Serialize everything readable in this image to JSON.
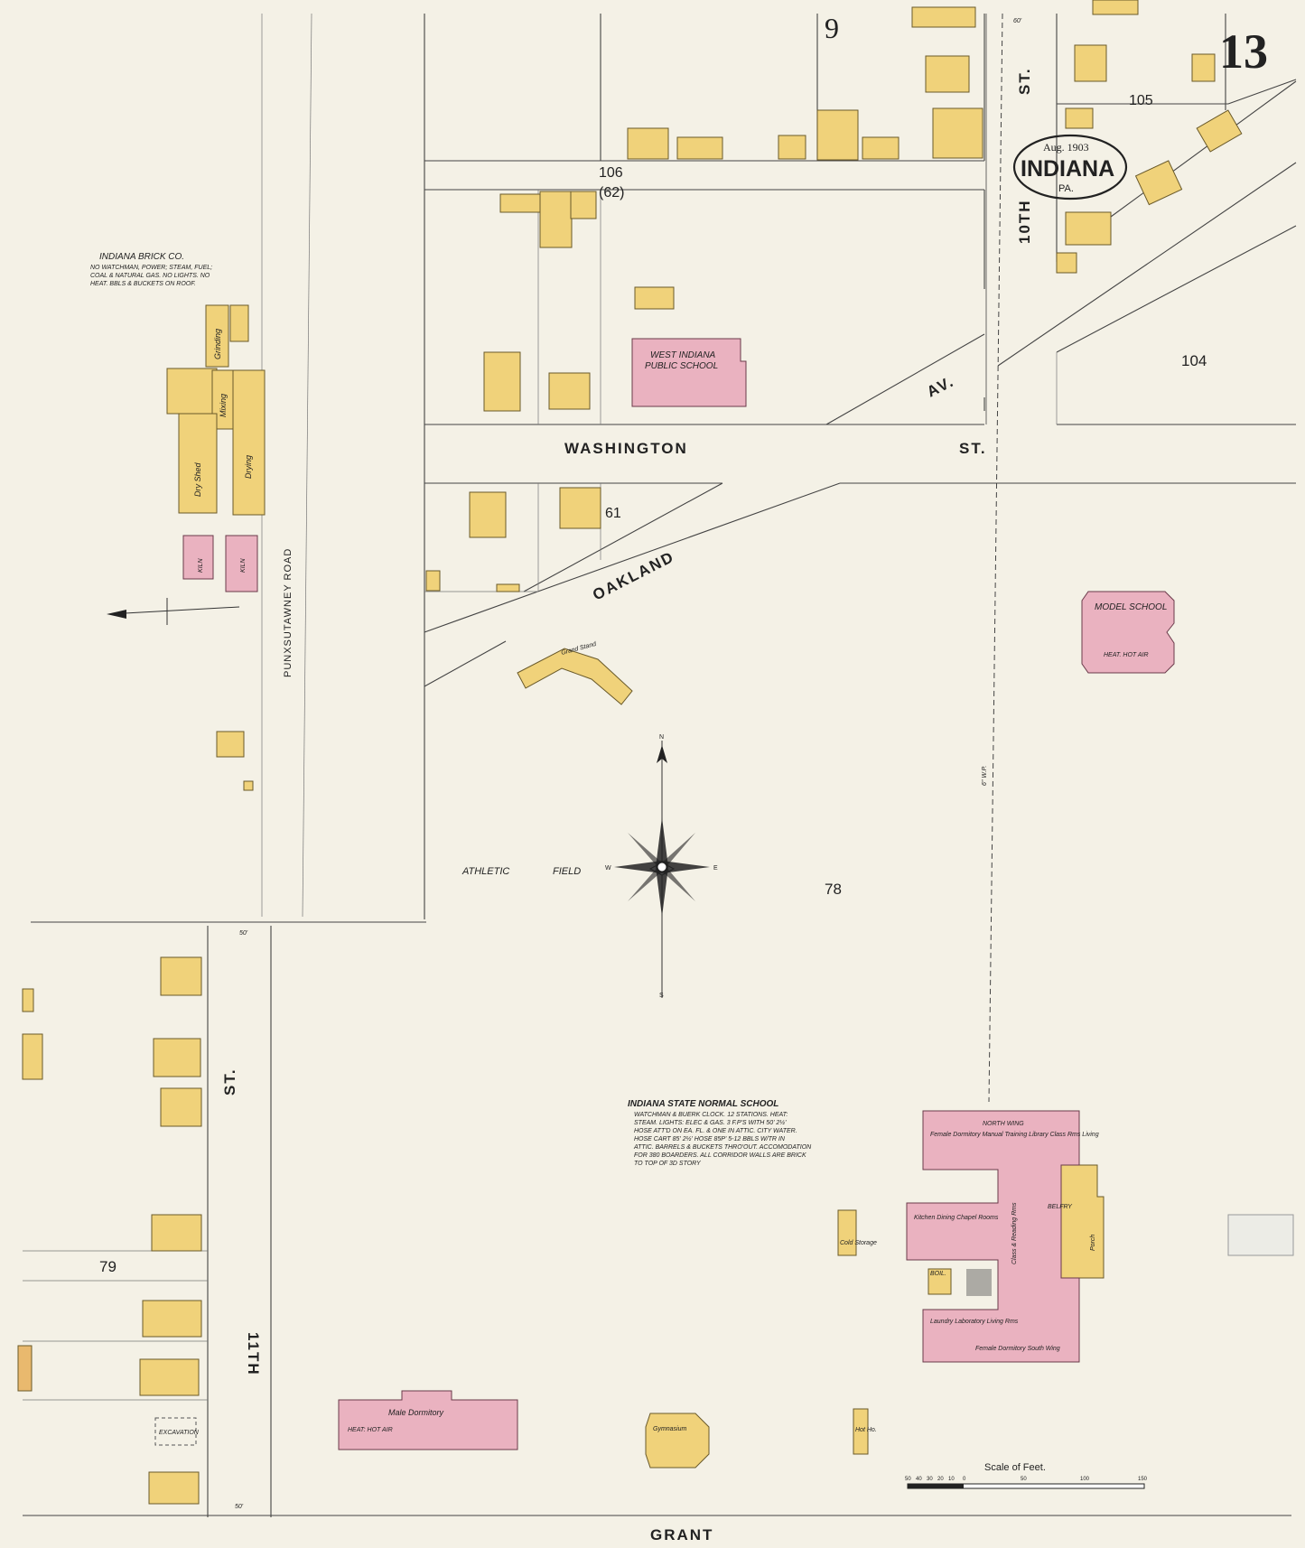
{
  "header": {
    "sheet_number": "13",
    "block_top": "9",
    "stamp_date": "Aug. 1903",
    "stamp_town": "INDIANA",
    "stamp_state": "PA."
  },
  "streets": {
    "washington": "WASHINGTON",
    "st_right": "ST.",
    "oakland": "OAKLAND",
    "av": "AV.",
    "tenth": "10TH",
    "tenth_st": "ST.",
    "eleventh": "11TH",
    "eleventh_st": "ST.",
    "punxsutawney_road": "PUNXSUTAWNEY   ROAD",
    "grant": "GRANT"
  },
  "blocks": {
    "b106": "106",
    "b62": "(62)",
    "b105": "105",
    "b104": "104",
    "b61": "61",
    "b78": "78",
    "b79": "79"
  },
  "labels": {
    "brick_co_title": "INDIANA BRICK CO.",
    "brick_co_note_1": "NO WATCHMAN, POWER; STEAM, FUEL;",
    "brick_co_note_2": "COAL & NATURAL GAS. NO LIGHTS. NO",
    "brick_co_note_3": "HEAT. BBLS & BUCKETS ON ROOF.",
    "grinding": "Grinding",
    "mixing": "Mixing",
    "dry_shed": "Dry Shed",
    "drying": "Drying",
    "kiln_1": "KILN",
    "kiln_2": "KILN",
    "public_school_1": "WEST INDIANA",
    "public_school_2": "PUBLIC SCHOOL",
    "model_school": "MODEL SCHOOL",
    "model_school_note": "HEAT. HOT AIR",
    "grand_stand": "Grand Stand",
    "athletic": "ATHLETIC",
    "field": "FIELD",
    "normal_school_title": "INDIANA STATE NORMAL SCHOOL",
    "normal_school_note_1": "WATCHMAN & BUERK CLOCK. 12 STATIONS. HEAT:",
    "normal_school_note_2": "STEAM. LIGHTS: ELEC & GAS. 3 F.P'S WITH 50' 2½'",
    "normal_school_note_3": "HOSE ATT'D ON EA. FL. & ONE IN ATTIC. CITY WATER.",
    "normal_school_note_4": "HOSE CART 85' 2½' HOSE 85P' 5-12 BBLS W/TR IN",
    "normal_school_note_5": "ATTIC. BARRELS & BUCKETS THRO'OUT. ACCOMODATION",
    "normal_school_note_6": "FOR 380 BOARDERS. ALL CORRIDOR WALLS ARE BRICK",
    "normal_school_note_7": "TO TOP OF 3D STORY",
    "north_wing": "NORTH WING",
    "north_wing_uses": "Female Dormitory Manual Training Library Class Rms Living",
    "kitchen": "Kitchen Dining Chapel Rooms",
    "class_reading": "Class & Reading Rms",
    "south_wing_uses": "Laundry Laboratory Living Rms",
    "south_wing": "Female Dormitory South Wing",
    "porch": "Porch",
    "belfry": "BELFRY",
    "boil": "BOIL.",
    "cold_storage": "Cold Storage",
    "male_dormitory": "Male Dormitory",
    "male_dorm_note": "HEAT: HOT AIR",
    "gymnasium": "Gymnasium",
    "hot_ho": "Hot Ho.",
    "excavation": "EXCAVATION",
    "scale": "Scale of Feet.",
    "compass_n": "N",
    "compass_s": "S",
    "compass_e": "E",
    "compass_w": "W",
    "dim_60": "60'",
    "dim_50": "50'",
    "dim_50b": "50'",
    "water_main": "6\" W.P."
  },
  "scale_ticks": [
    "50",
    "40",
    "30",
    "20",
    "10",
    "0",
    "50",
    "100",
    "150"
  ],
  "colors": {
    "paper": "#f4f1e6",
    "frame_building": "#f0d27a",
    "brick_building": "#eab2c0",
    "ink": "#222222"
  }
}
